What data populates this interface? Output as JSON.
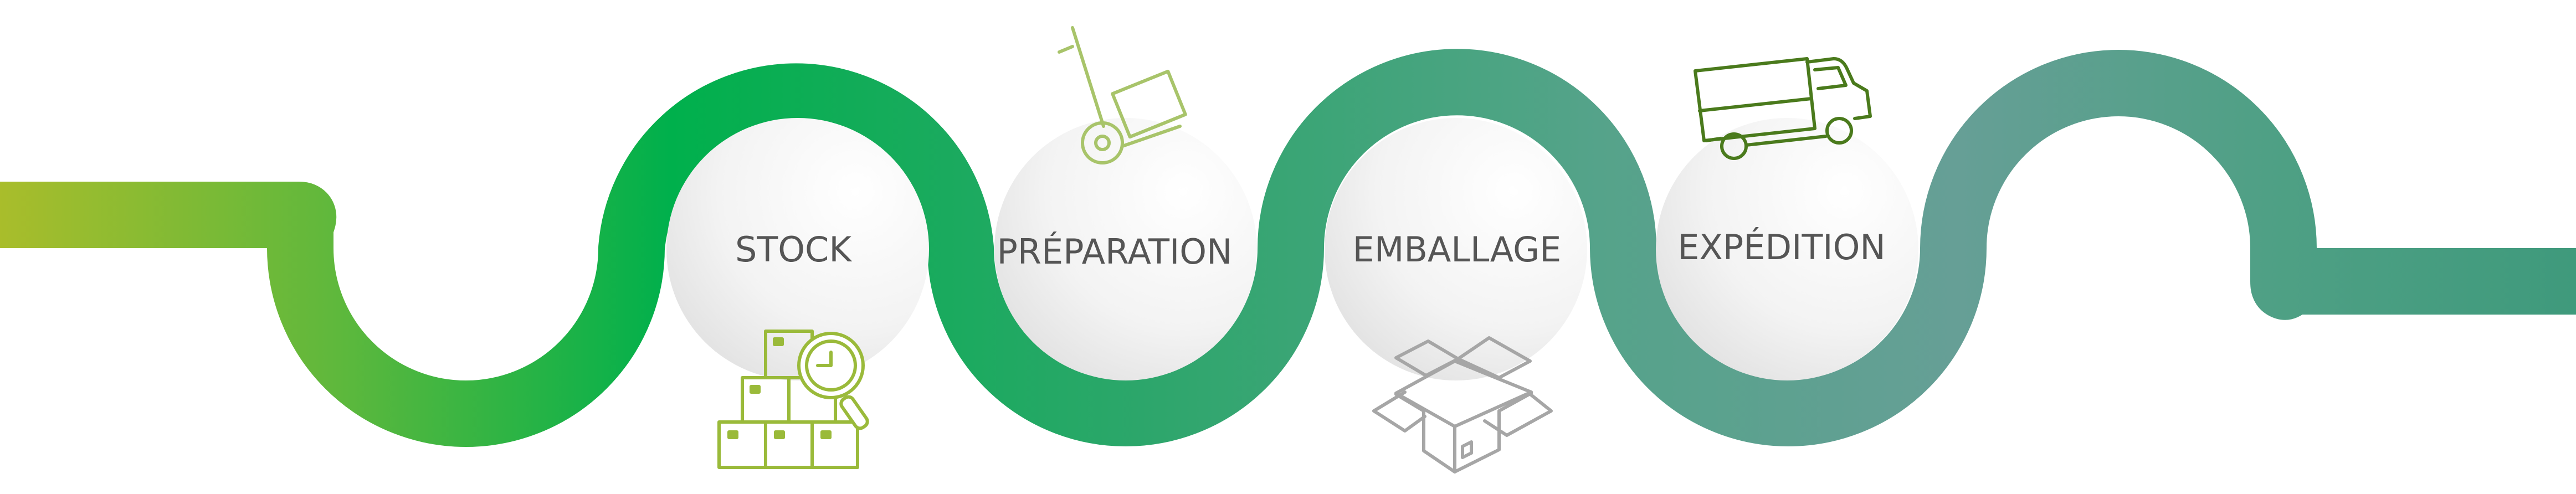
{
  "diagram": {
    "steps": [
      {
        "label": "STOCK",
        "icon": "boxes-magnifier-icon"
      },
      {
        "label": "PRÉPARATION",
        "icon": "hand-truck-icon"
      },
      {
        "label": "EMBALLAGE",
        "icon": "open-box-icon"
      },
      {
        "label": "EXPÉDITION",
        "icon": "delivery-truck-icon"
      }
    ],
    "colors": {
      "path_start": "#a9bd2b",
      "path_green": "#00b04c",
      "path_mid": "#3ea27a",
      "path_teal": "#62a095",
      "path_end": "#3f9a7c",
      "icon_lime": "#9aba3a",
      "icon_lime_light": "#a8c46a",
      "icon_gray": "#a6a6a6",
      "icon_dark_green": "#4a7a1c",
      "circle_light": "#fbfbfb",
      "circle_dark": "#e2e2e2",
      "label_text": "#555555"
    }
  }
}
